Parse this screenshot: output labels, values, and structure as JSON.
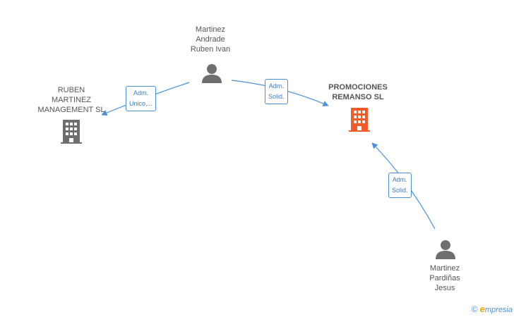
{
  "nodes": {
    "person_top": {
      "lines": [
        "Martinez",
        "Andrade",
        "Ruben Ivan"
      ],
      "icon": "person-icon",
      "color": "#6e6e6e"
    },
    "company_left": {
      "lines": [
        "RUBEN",
        "MARTINEZ",
        "MANAGEMENT SL"
      ],
      "icon": "building-icon",
      "color": "#6e6e6e"
    },
    "company_main": {
      "lines": [
        "PROMOCIONES",
        "REMANSO SL"
      ],
      "icon": "building-icon",
      "color": "#f15a29"
    },
    "person_bottom": {
      "lines": [
        "Martinez",
        "Pardiñas",
        "Jesus"
      ],
      "icon": "person-icon",
      "color": "#6e6e6e"
    }
  },
  "edges": [
    {
      "from": "person_top",
      "to": "company_left",
      "label": [
        "Adm.",
        "Unico,..."
      ]
    },
    {
      "from": "person_top",
      "to": "company_main",
      "label": [
        "Adm.",
        "Solid."
      ]
    },
    {
      "from": "person_bottom",
      "to": "company_main",
      "label": [
        "Adm.",
        "Solid."
      ]
    }
  ],
  "colors": {
    "edge": "#4a90d9",
    "accent": "#f15a29"
  },
  "footer": {
    "copyright": "©",
    "brand_initial": "e",
    "brand_rest": "mpresia"
  }
}
